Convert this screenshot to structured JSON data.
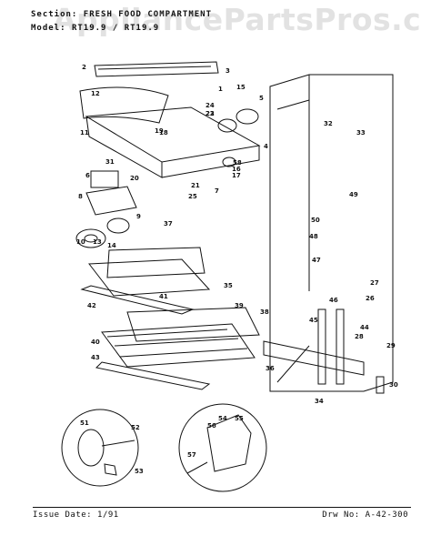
{
  "header": {
    "section_label": "Section:",
    "section_value": "FRESH FOOD COMPARTMENT",
    "model_label": "Model:",
    "model_value": "RT19.9 / RT19.9"
  },
  "watermark": "AppliancePartsPros.com",
  "footer": {
    "issue": "Issue Date: 1/91",
    "drawing": "Drw No: A-42-300"
  },
  "callouts": [
    "1",
    "2",
    "3",
    "4",
    "5",
    "6",
    "7",
    "8",
    "9",
    "10",
    "11",
    "12",
    "13",
    "14",
    "15",
    "16",
    "17",
    "18",
    "19",
    "20",
    "21",
    "22",
    "23",
    "24",
    "25",
    "26",
    "27",
    "28",
    "29",
    "30",
    "31",
    "32",
    "33",
    "34",
    "35",
    "36",
    "37",
    "38",
    "39",
    "40",
    "41",
    "42",
    "43",
    "44",
    "45",
    "46",
    "47",
    "48",
    "49",
    "50",
    "51",
    "52",
    "53",
    "54",
    "55",
    "56",
    "57",
    "58"
  ]
}
